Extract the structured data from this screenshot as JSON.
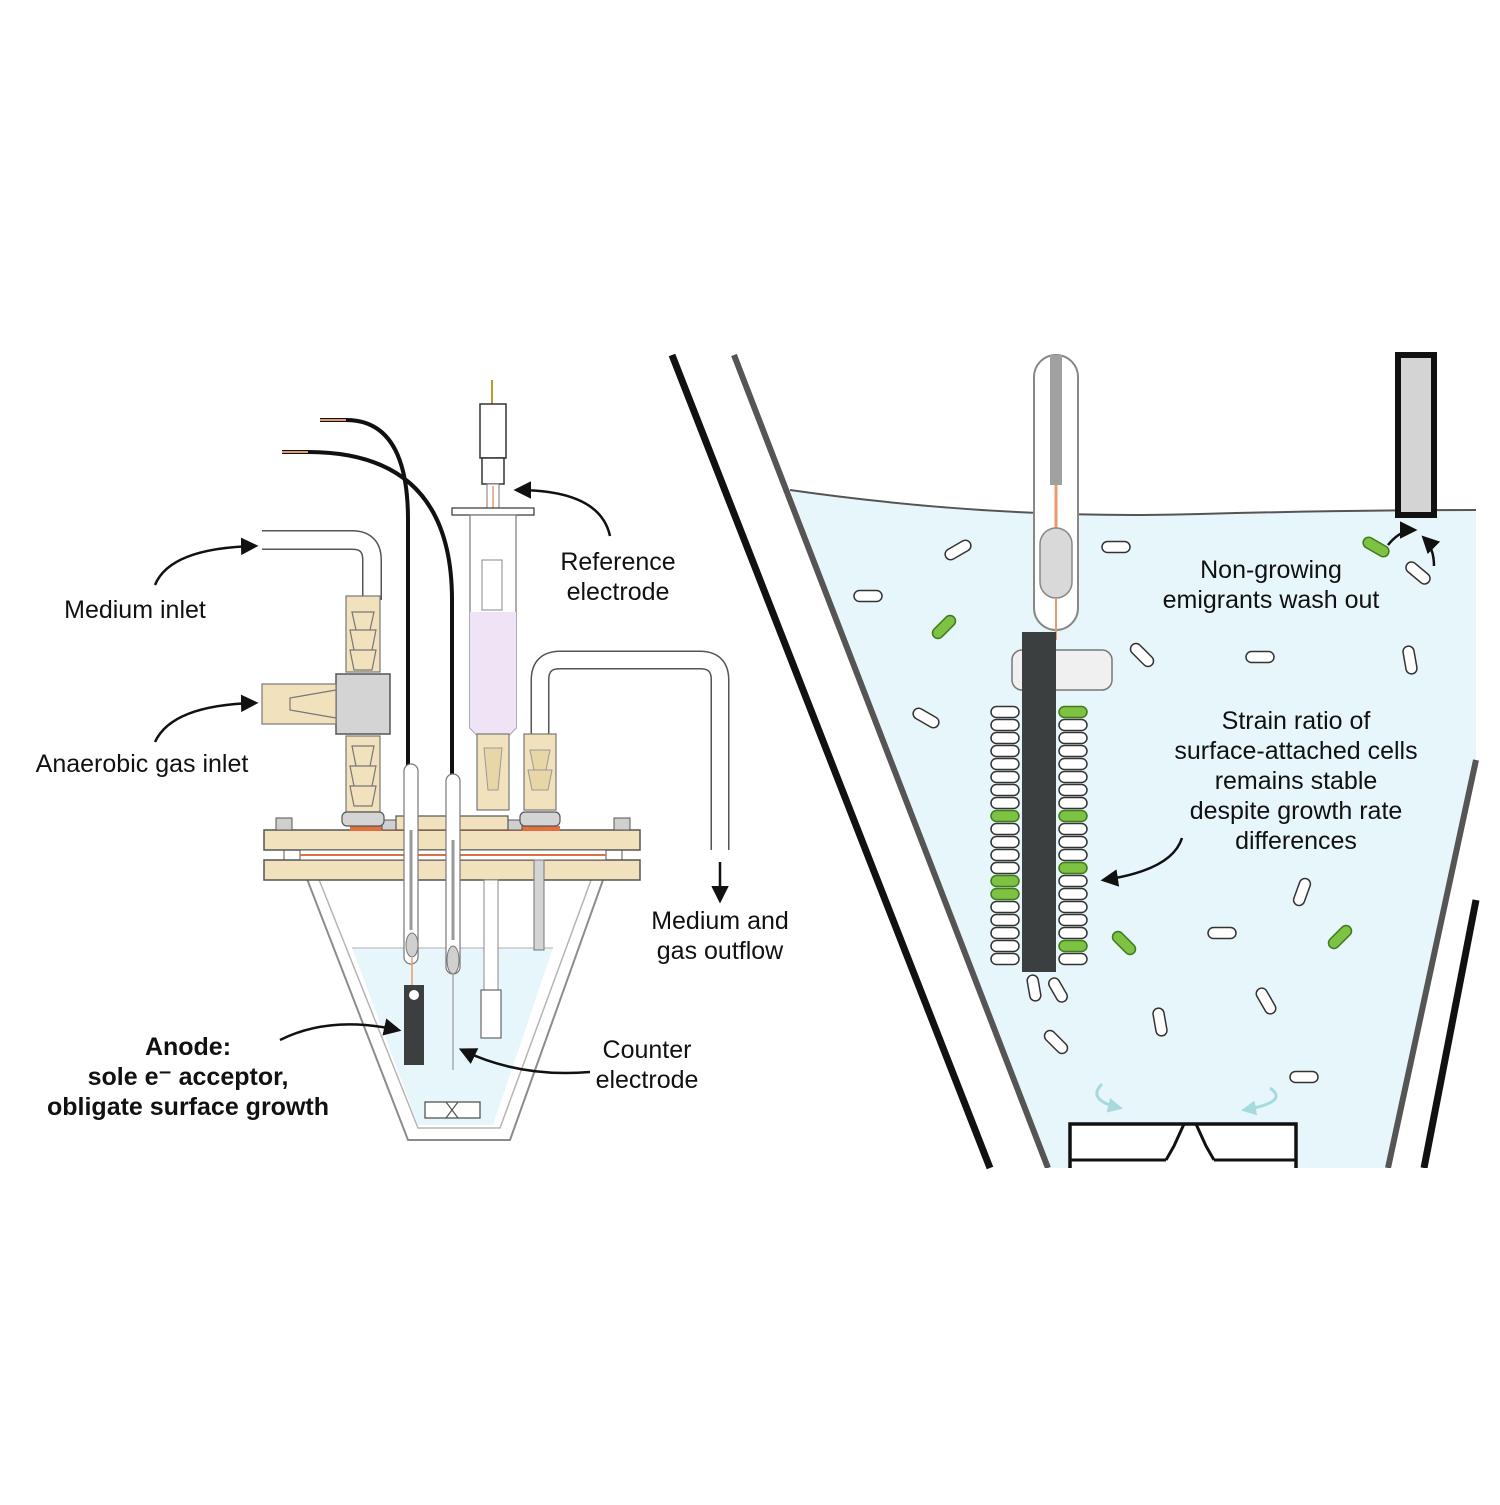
{
  "labels": {
    "medium_inlet": "Medium inlet",
    "anaerobic_gas_inlet": "Anaerobic gas inlet",
    "reference_electrode": [
      "Reference",
      "electrode"
    ],
    "medium_gas_outflow": [
      "Medium and",
      "gas outflow"
    ],
    "counter_electrode": [
      "Counter",
      "electrode"
    ],
    "anode": [
      "Anode:",
      "sole e⁻ acceptor,",
      "obligate surface growth"
    ],
    "non_growing_emigrants": [
      "Non-growing",
      "emigrants wash out"
    ],
    "strain_ratio": [
      "Strain ratio of",
      "surface-attached cells",
      "remains stable",
      "despite growth rate",
      "differences"
    ]
  },
  "colors": {
    "fitting_tan": "#f1e2bd",
    "fitting_tan_dark": "#b9a16b",
    "liquid": "#e7f6fb",
    "glass_outline": "#8c8c8c",
    "reference_lavender": "#eee4f6",
    "copper_wire": "#e89a6e",
    "electrode_dark": "#3b3f40",
    "green_cell": "#7dc242",
    "stir_arrow": "#a7dadd",
    "gasket_orange": "#e07040",
    "gray_fitting": "#d4d4d4"
  }
}
